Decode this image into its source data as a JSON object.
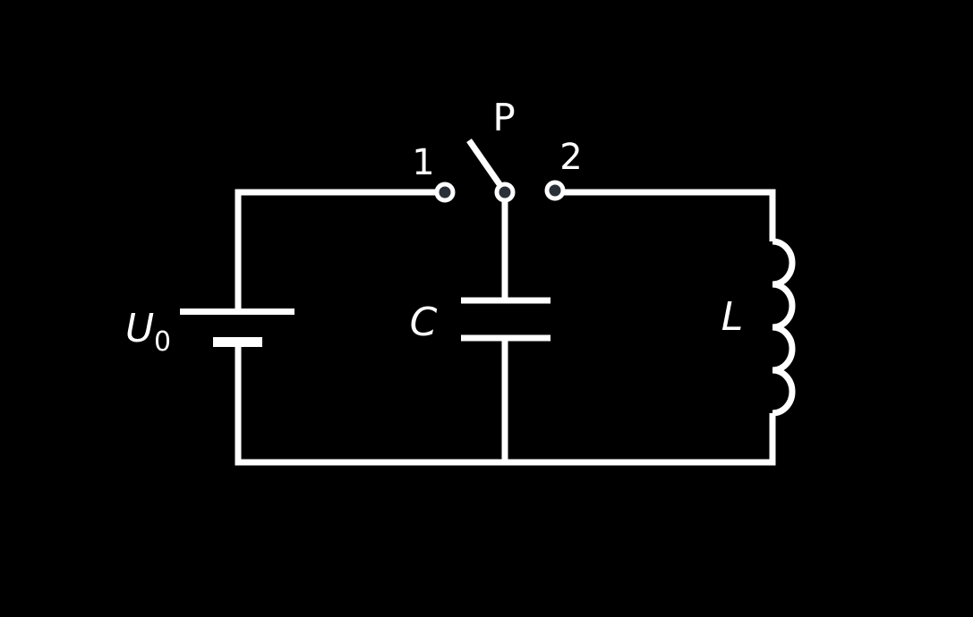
{
  "labels": {
    "switch": "P",
    "terminal_1": "1",
    "terminal_2": "2",
    "source_symbol": "U",
    "source_subscript": "0",
    "capacitor": "C",
    "inductor": "L"
  },
  "colors": {
    "background": "#000000",
    "wire": "#ffffff",
    "terminal_fill": "#2a3038"
  }
}
